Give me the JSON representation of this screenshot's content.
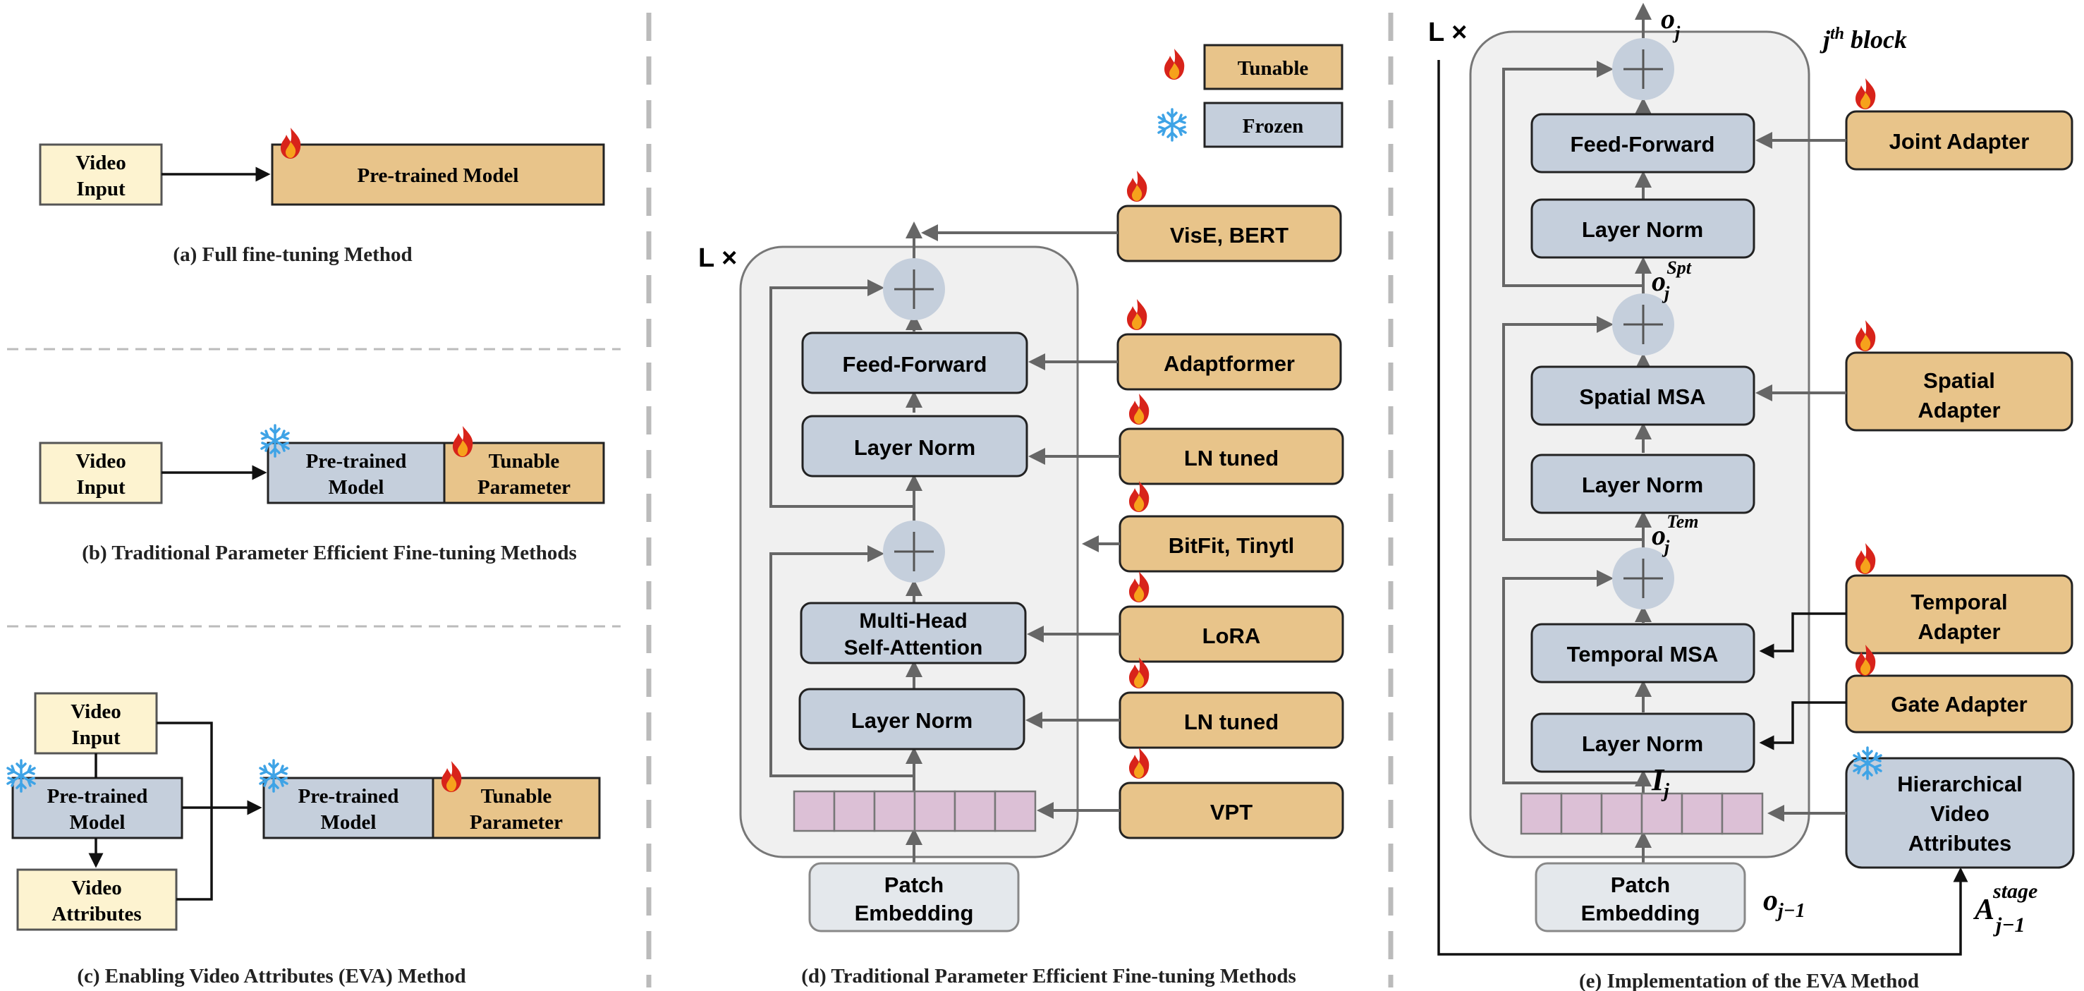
{
  "panel_a": {
    "video_input": [
      "Video",
      "Input"
    ],
    "model": "Pre-trained Model",
    "caption": "(a) Full fine-tuning Method"
  },
  "panel_b": {
    "video_input": [
      "Video",
      "Input"
    ],
    "model": [
      "Pre-trained",
      "Model"
    ],
    "tunable": [
      "Tunable",
      "Parameter"
    ],
    "caption": "(b) Traditional Parameter Efficient Fine-tuning Methods"
  },
  "panel_c": {
    "video_input": [
      "Video",
      "Input"
    ],
    "model_left": [
      "Pre-trained",
      "Model"
    ],
    "video_attributes": [
      "Video",
      "Attributes"
    ],
    "model_right": [
      "Pre-trained",
      "Model"
    ],
    "tunable": [
      "Tunable",
      "Parameter"
    ],
    "caption": "(c) Enabling Video Attributes (EVA) Method"
  },
  "legend": {
    "tunable": "Tunable",
    "frozen": "Frozen"
  },
  "panel_d": {
    "repeat": "L ×",
    "feed_forward": "Feed-Forward",
    "layer_norm_top": "Layer Norm",
    "mhsa": [
      "Multi-Head",
      "Self-Attention"
    ],
    "layer_norm_bottom": "Layer Norm",
    "patch_embedding": [
      "Patch",
      "Embedding"
    ],
    "methods": [
      "VisE, BERT",
      "Adaptformer",
      "LN tuned",
      "BitFit, Tinytl",
      "LoRA",
      "LN tuned",
      "VPT"
    ],
    "caption": "(d) Traditional Parameter Efficient Fine-tuning Methods"
  },
  "panel_e": {
    "repeat": "L ×",
    "block_title": "j",
    "block_title_sup": "th",
    "block_title_rest": " block",
    "output": "o",
    "output_sub": "j",
    "feed_forward": "Feed-Forward",
    "layer_norm_1": "Layer Norm",
    "o_spt": "o",
    "o_spt_sub": "j",
    "o_spt_sup": "Spt",
    "spatial_msa": "Spatial MSA",
    "layer_norm_2": "Layer Norm",
    "o_tem": "o",
    "o_tem_sub": "j",
    "o_tem_sup": "Tem",
    "temporal_msa": "Temporal MSA",
    "layer_norm_3": "Layer Norm",
    "i_j": "I",
    "i_j_sub": "j",
    "patch_embedding": [
      "Patch",
      "Embedding"
    ],
    "o_prev": "o",
    "o_prev_sub": "j−1",
    "joint_adapter": "Joint Adapter",
    "spatial_adapter": [
      "Spatial",
      "Adapter"
    ],
    "temporal_adapter": [
      "Temporal",
      "Adapter"
    ],
    "gate_adapter": "Gate Adapter",
    "hva": [
      "Hierarchical",
      "Video",
      "Attributes"
    ],
    "a_stage": "A",
    "a_stage_sup": "stage",
    "a_stage_sub": "j−1",
    "caption": "(e) Implementation of the EVA Method"
  },
  "icons": {
    "tunable": "flame-icon",
    "frozen": "snowflake-icon"
  },
  "colors": {
    "tunable": "#e8c48a",
    "frozen": "#c5cfdc",
    "input": "#fdf3d0",
    "patch": "#dcc0d6",
    "add_node": "#c5cfdc",
    "block_bg": "#f0f0f0"
  }
}
